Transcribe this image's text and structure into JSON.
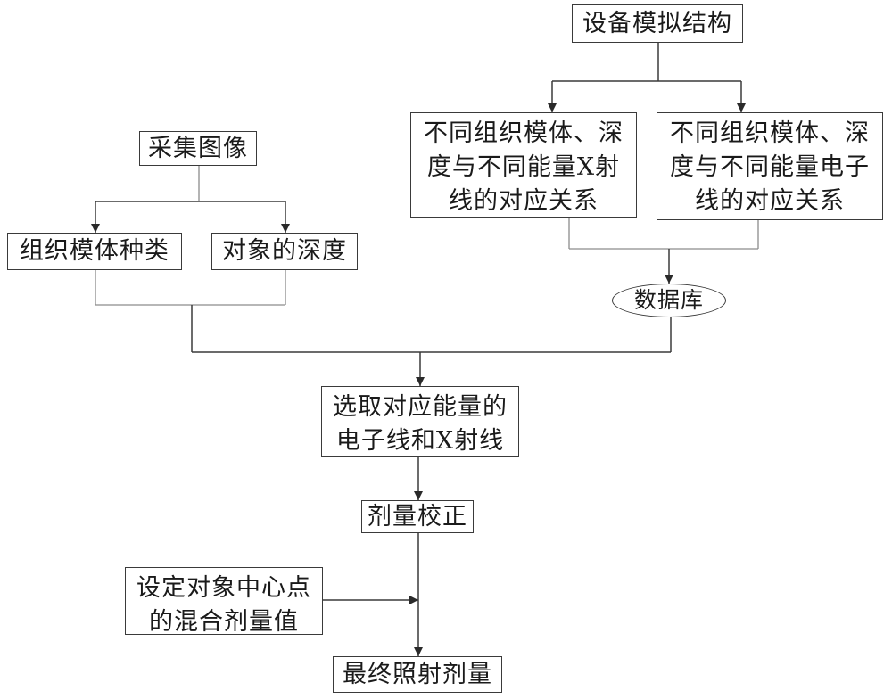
{
  "nodes": {
    "device_sim": {
      "text": "设备模拟结构"
    },
    "xray_relation": {
      "lines": [
        "不同组织模体、深",
        "度与不同能量X射",
        "线的对应关系"
      ]
    },
    "electron_relation": {
      "lines": [
        "不同组织模体、深",
        "度与不同能量电子",
        "线的对应关系"
      ]
    },
    "database": {
      "text": "数据库"
    },
    "capture_image": {
      "text": "采集图像"
    },
    "tissue_type": {
      "text": "组织模体种类"
    },
    "object_depth": {
      "text": "对象的深度"
    },
    "select_energy": {
      "lines": [
        "选取对应能量的",
        "电子线和X射线"
      ]
    },
    "dose_correction": {
      "text": "剂量校正"
    },
    "set_center": {
      "lines": [
        "设定对象中心点",
        "的混合剂量值"
      ]
    },
    "final_dose": {
      "text": "最终照射剂量"
    }
  },
  "style": {
    "line_color": "#3a3a3a",
    "light_line_color": "#8c8c8c",
    "text_color": "#1a1a1a"
  }
}
